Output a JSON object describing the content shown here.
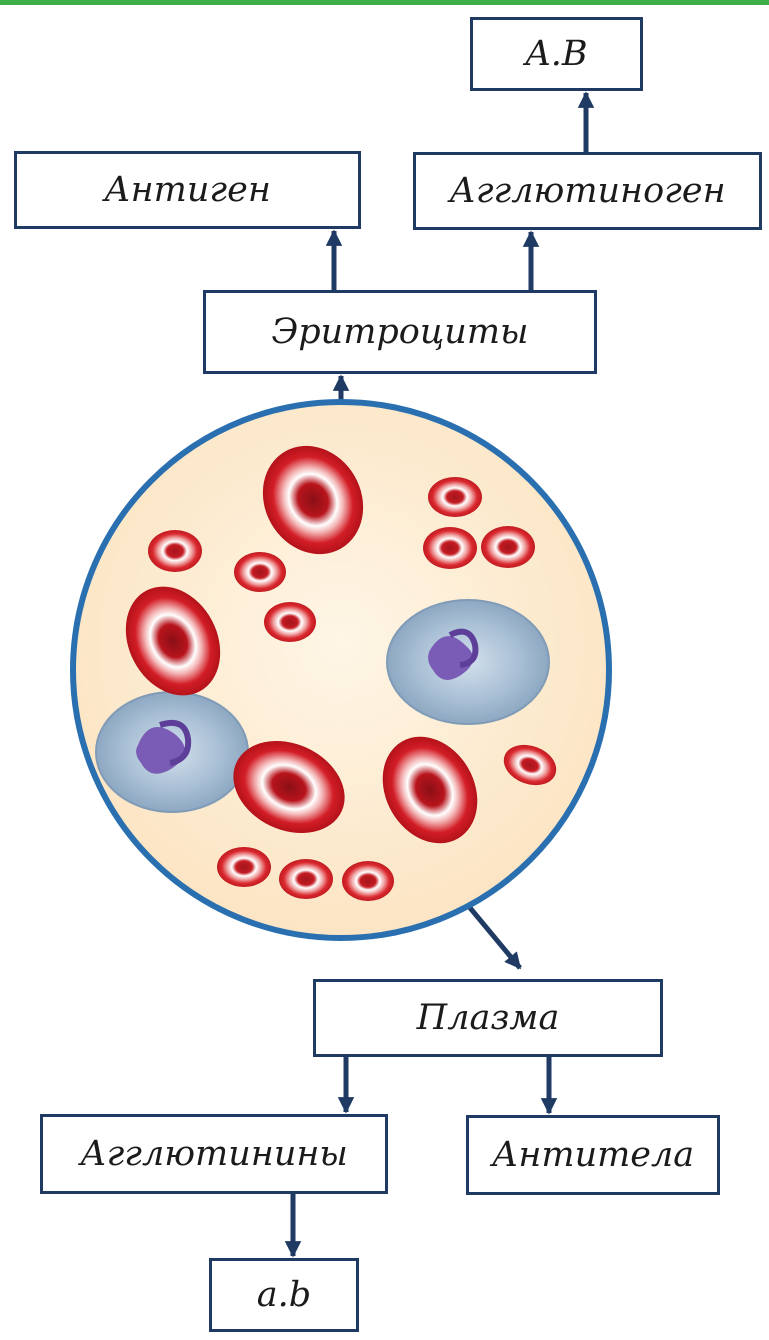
{
  "diagram": {
    "nodes": {
      "ab_capital": "A.B",
      "antigen": "Антиген",
      "agglutinogen": "Агглютиноген",
      "erythrocytes": "Эритроциты",
      "plasma": "Плазма",
      "agglutinins": "Агглютинины",
      "antibodies": "Антитела",
      "ab_small": "a.b"
    },
    "edges": [
      {
        "from": "erythrocytes",
        "to": "antigen"
      },
      {
        "from": "erythrocytes",
        "to": "agglutinogen"
      },
      {
        "from": "agglutinogen",
        "to": "ab_capital"
      },
      {
        "from": "blood_sample",
        "to": "erythrocytes"
      },
      {
        "from": "blood_sample",
        "to": "plasma"
      },
      {
        "from": "plasma",
        "to": "agglutinins"
      },
      {
        "from": "plasma",
        "to": "antibodies"
      },
      {
        "from": "agglutinins",
        "to": "ab_small"
      }
    ]
  },
  "colors": {
    "accent_bar": "#3fae49",
    "box_border": "#1f3a63",
    "arrow": "#1f3a63",
    "circle_border": "#2a70b0",
    "plasma_fill": "#fdebd0",
    "red_cell": "#d8222a",
    "white_cell": "#a9bfd6"
  }
}
